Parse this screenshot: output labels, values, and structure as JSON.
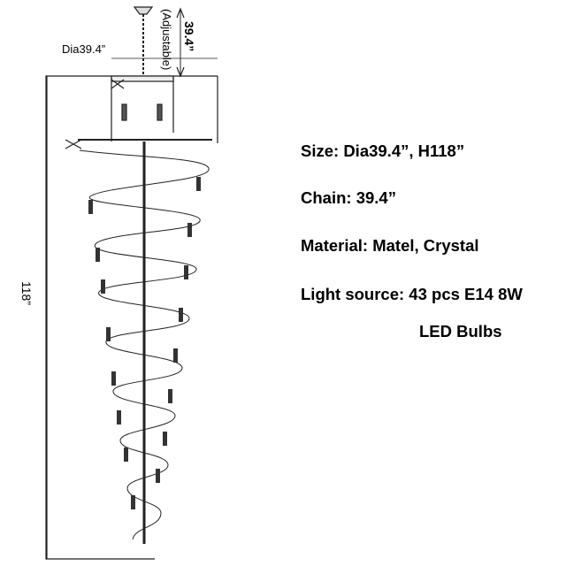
{
  "dimensions": {
    "diameter": "Dia39.4”",
    "height": "118”",
    "chain": "39.4”",
    "adjustable": "(Adjustable)"
  },
  "specs": {
    "size": "Size: Dia39.4”, H118”",
    "chain": "Chain:  39.4”",
    "material": "Material: Matel, Crystal",
    "light_source_line1": "Light source: 43 pcs E14 8W",
    "light_source_line2": "LED Bulbs"
  }
}
